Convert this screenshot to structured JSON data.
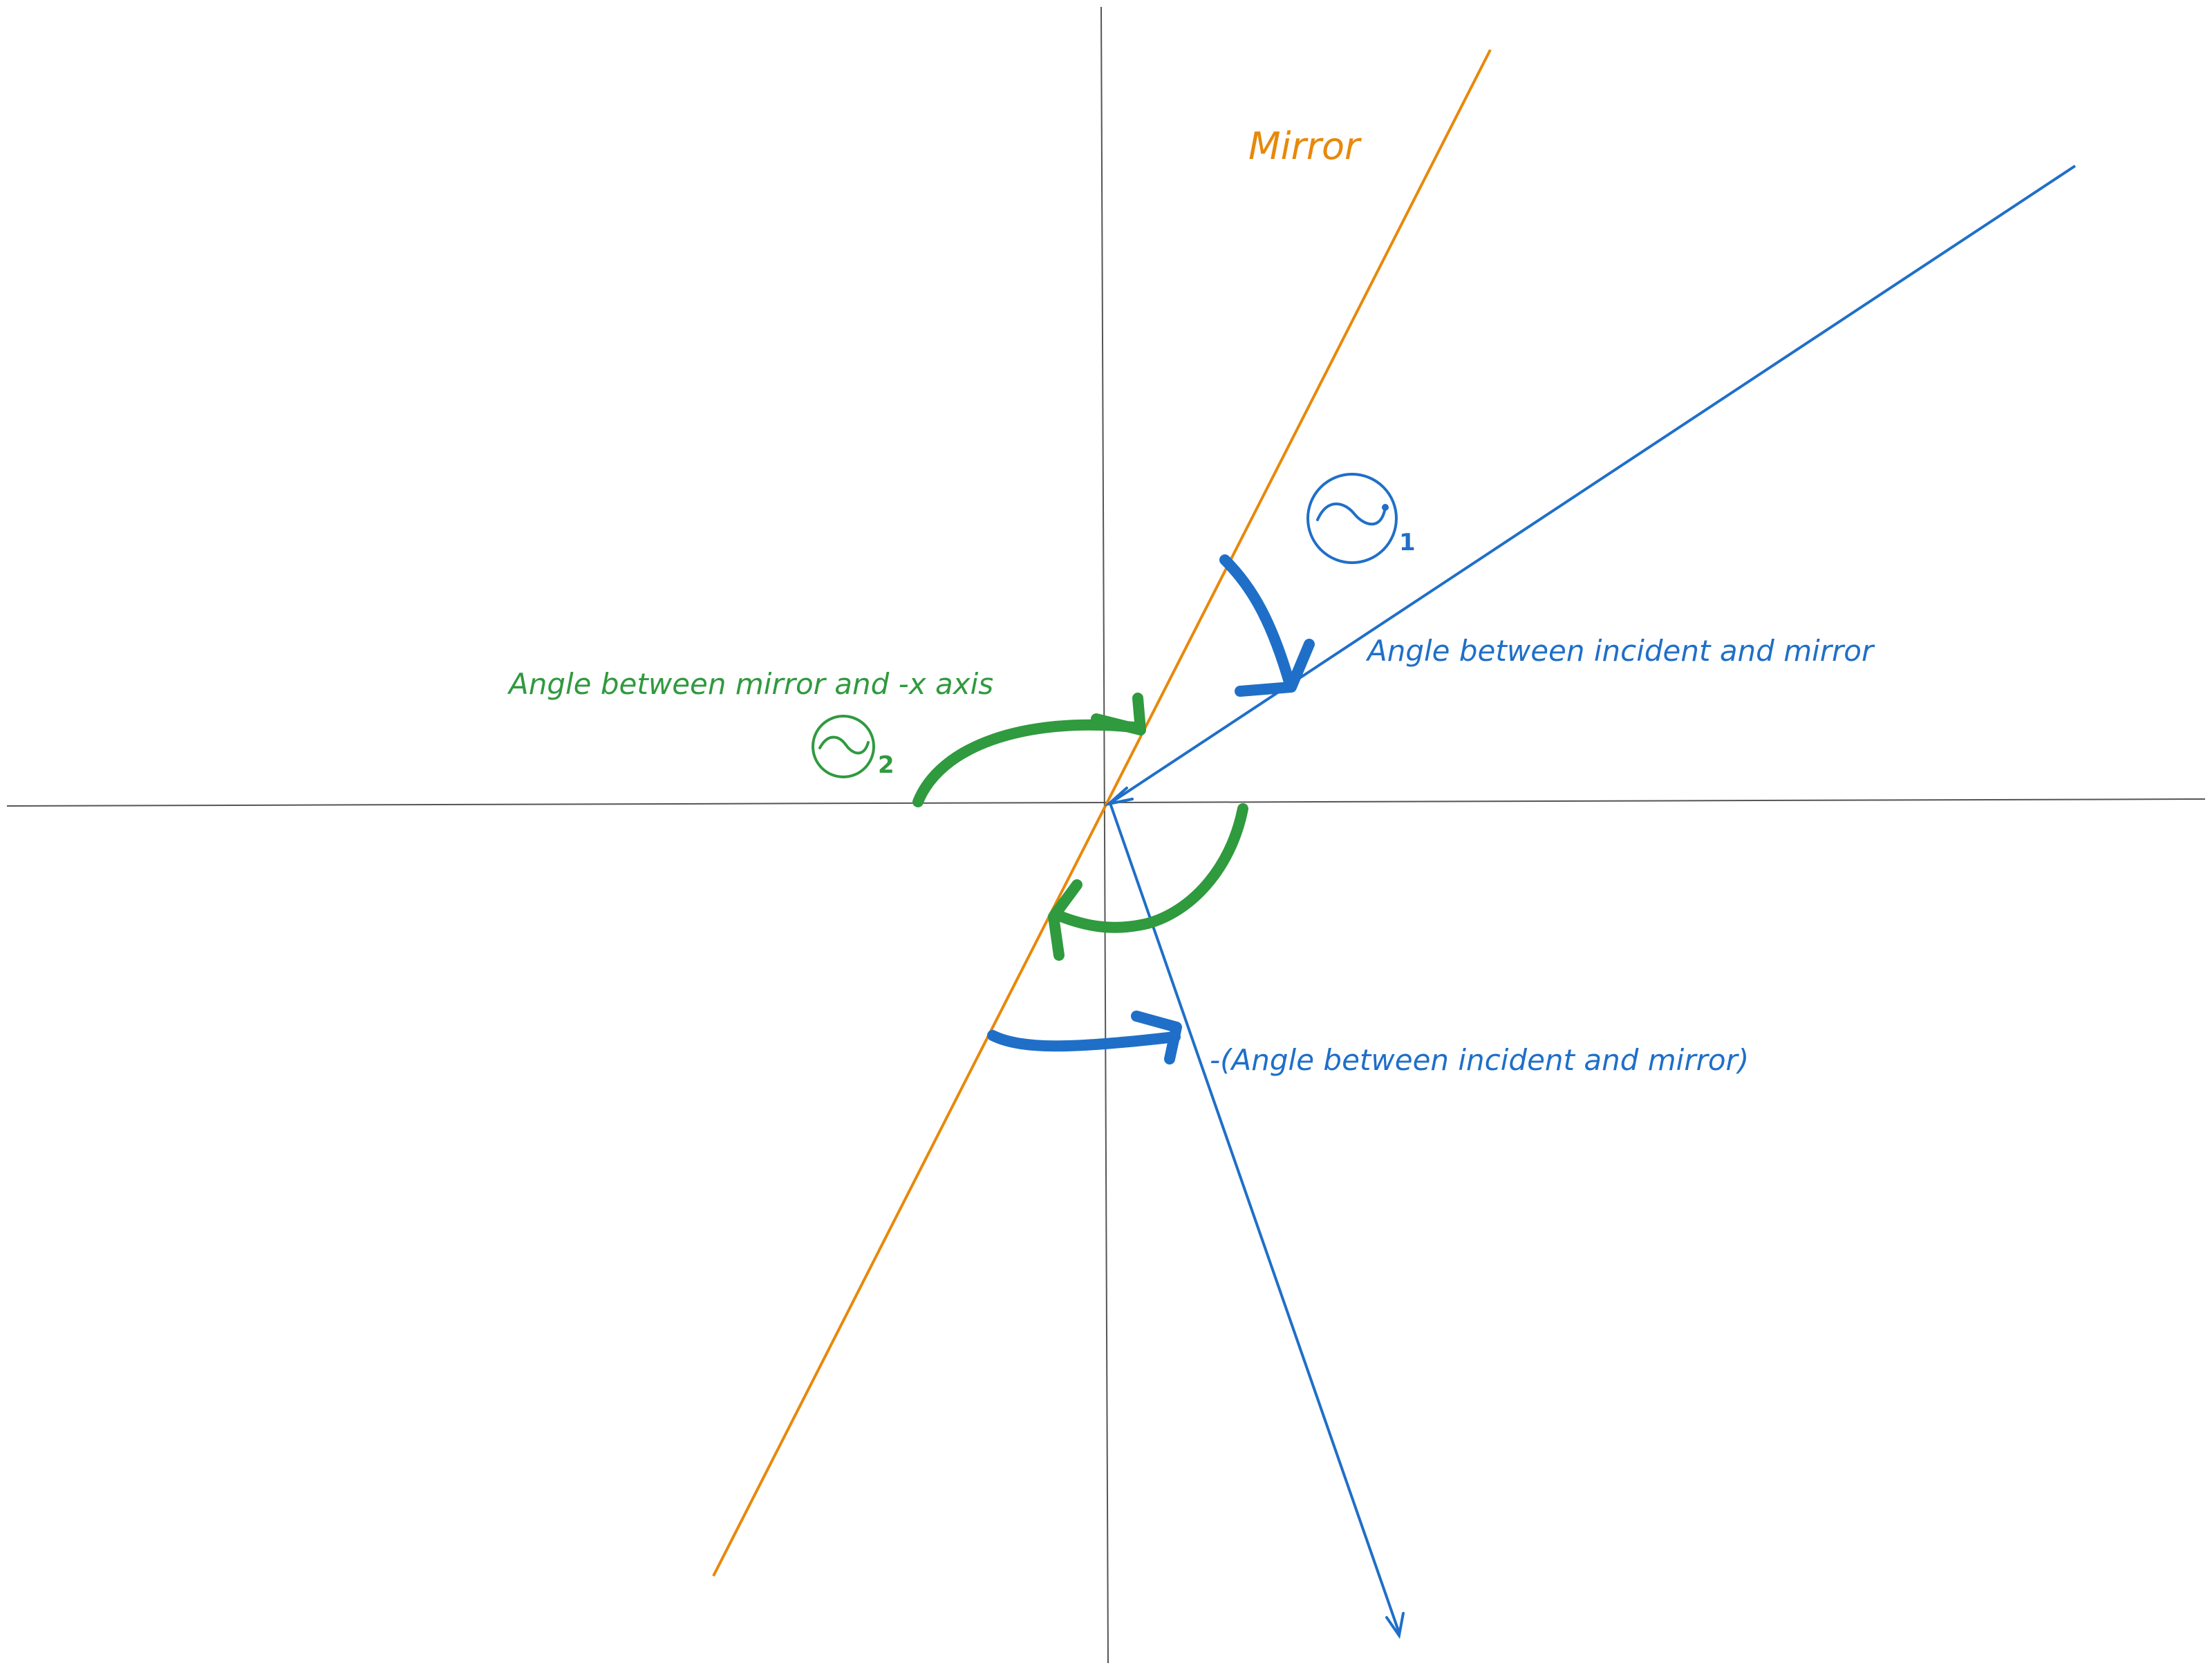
{
  "labels": {
    "mirror": "Mirror",
    "incident_mirror_angle": "Angle between incident and mirror",
    "mirror_neg_x_angle": "Angle between mirror and -x axis",
    "negative_incident_mirror_angle": "-(Angle between incident and mirror)",
    "theta1_subscript": "1",
    "theta2_subscript": "2"
  },
  "colors": {
    "axis": "#555555",
    "mirror": "#e8880a",
    "incident": "#1f6fc8",
    "green": "#2f9a3e"
  },
  "icons": {
    "theta1": "tilde-theta-circle-icon",
    "theta2": "tilde-theta-circle-icon"
  }
}
